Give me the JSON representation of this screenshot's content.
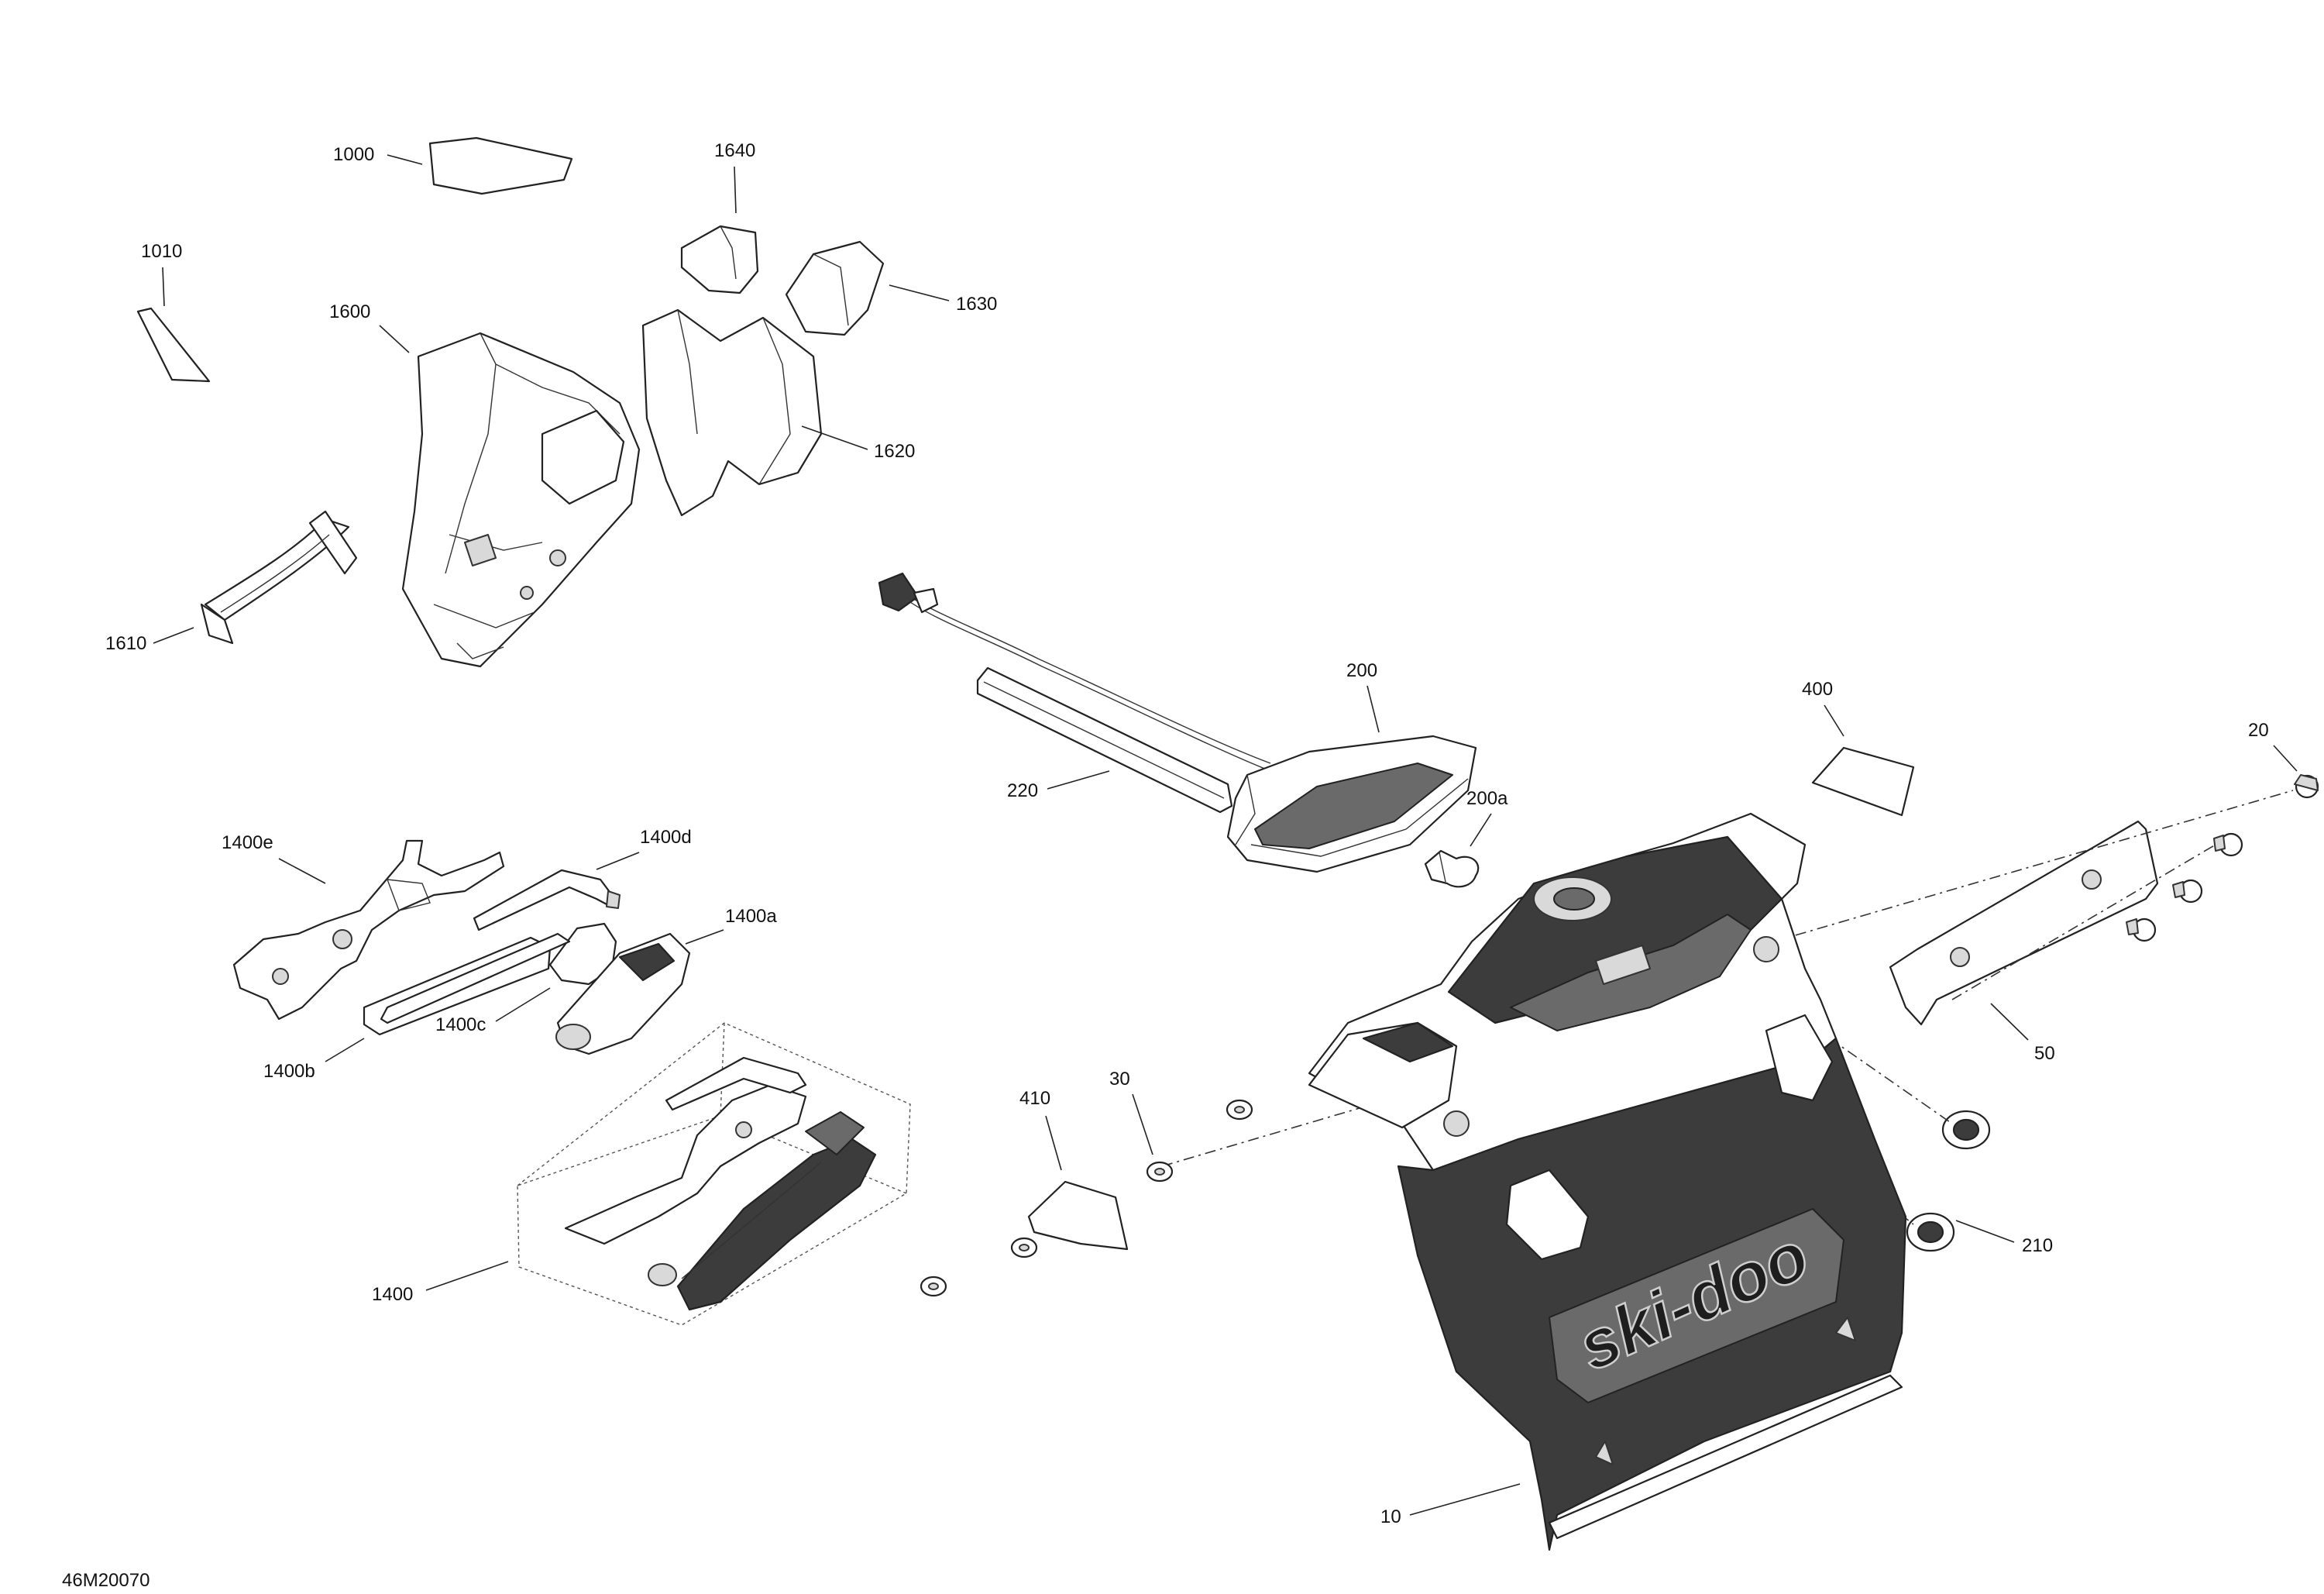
{
  "figure_ref": "46M20070",
  "callouts": {
    "c1000": "1000",
    "c1010": "1010",
    "c1600": "1600",
    "c1640": "1640",
    "c1630": "1630",
    "c1620": "1620",
    "c1610": "1610",
    "c200": "200",
    "c400": "400",
    "c20": "20",
    "c220": "220",
    "c200a": "200a",
    "c1400e": "1400e",
    "c1400d": "1400d",
    "c1400a": "1400a",
    "c1400c": "1400c",
    "c1400b": "1400b",
    "c50": "50",
    "c410": "410",
    "c30": "30",
    "c1400": "1400",
    "c210": "210",
    "c10": "10"
  },
  "logo": {
    "brand_text": "ski-doo"
  }
}
